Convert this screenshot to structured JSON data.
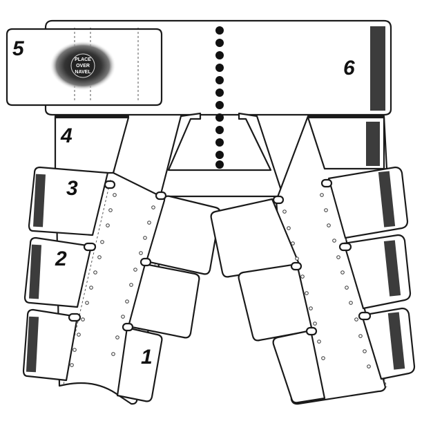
{
  "diagram": {
    "panel_labels": {
      "p1": "1",
      "p2": "2",
      "p3": "3",
      "p4": "4",
      "p5": "5",
      "p6": "6"
    },
    "navel_marker": {
      "line1": "PLACE",
      "line2": "OVER",
      "line3": "NAVEL"
    },
    "colors": {
      "outline": "#1a1a1a",
      "strip": "#3c3c3c",
      "background": "#ffffff"
    }
  }
}
